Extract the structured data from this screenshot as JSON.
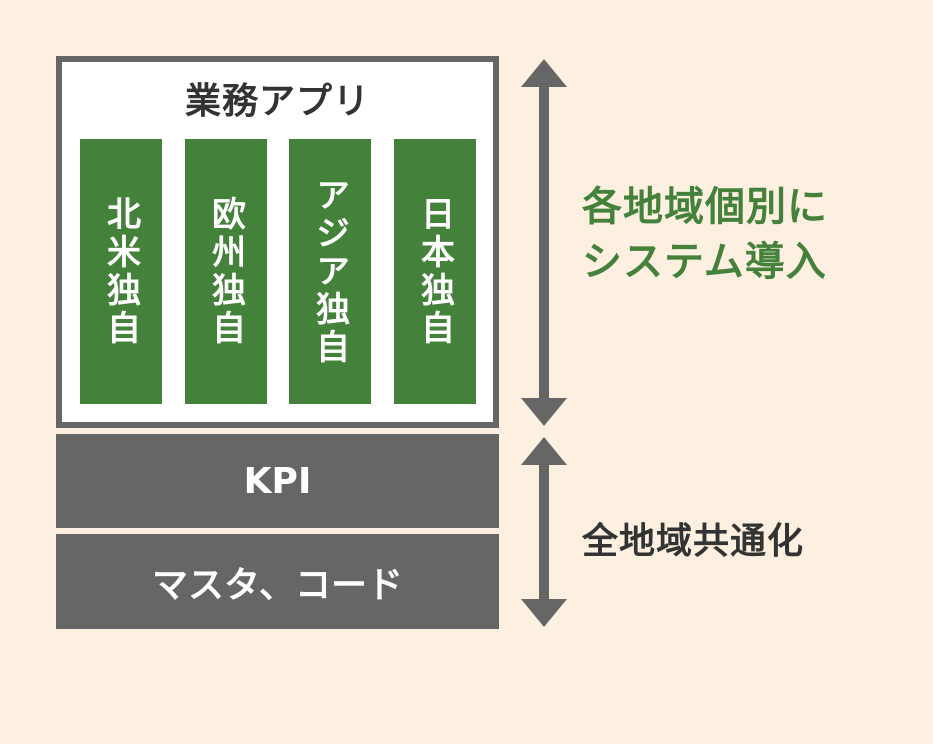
{
  "apps": {
    "title": "業務アプリ",
    "regions": [
      {
        "label": "北米独自"
      },
      {
        "label": "欧州独自"
      },
      {
        "label": "アジア独自"
      },
      {
        "label": "日本独自"
      }
    ]
  },
  "layers": {
    "kpi": "KPI",
    "master": "マスタ、コード"
  },
  "annotations": {
    "individual_line1": "各地域個別に",
    "individual_line2": "システム導入",
    "common": "全地域共通化"
  },
  "colors": {
    "background": "#fdf0e1",
    "green": "#44813a",
    "gray": "#666666",
    "text_dark": "#333333"
  }
}
